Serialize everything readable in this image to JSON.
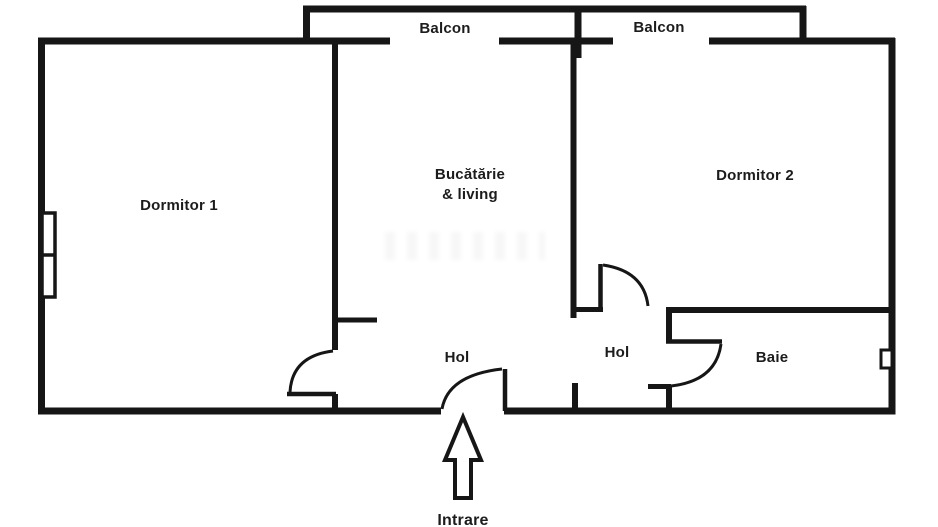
{
  "meta": {
    "type": "apartment-floor-plan",
    "language": "Romanian"
  },
  "colors": {
    "wall": "#161616",
    "background": "#ffffff",
    "text": "#1c1c1c"
  },
  "rooms": {
    "balcony_left": {
      "label": "Balcon"
    },
    "balcony_right": {
      "label": "Balcon"
    },
    "bedroom1": {
      "label": "Dormitor 1"
    },
    "kitchen_living": {
      "label_line1": "Bucătărie",
      "label_line2": "& living"
    },
    "bedroom2": {
      "label": "Dormitor 2"
    },
    "hall_left": {
      "label": "Hol"
    },
    "hall_right": {
      "label": "Hol"
    },
    "bathroom": {
      "label": "Baie"
    }
  },
  "entrance": {
    "label": "Intrare",
    "arrow_icon": "up-arrow"
  }
}
